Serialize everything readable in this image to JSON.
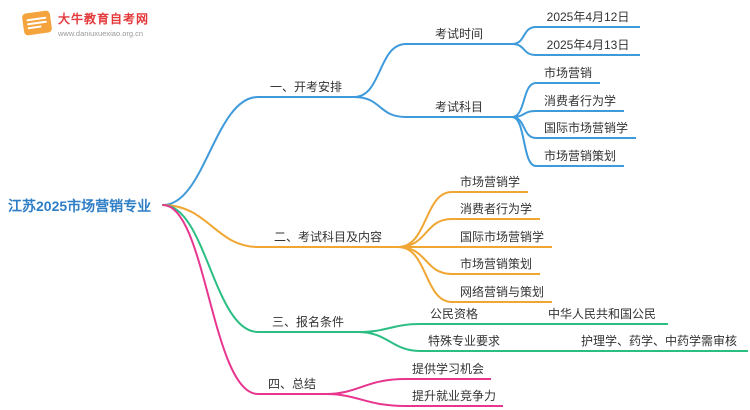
{
  "logo": {
    "name": "大牛教育自考网",
    "url": "www.daniuxuexiao.org.cn"
  },
  "colors": {
    "blue": "#3E9ADB",
    "orange": "#F0A632",
    "green": "#2BBE83",
    "pink": "#E8368F",
    "brand_red": "#E4393C"
  },
  "root": {
    "label": "江苏2025市场营销专业"
  },
  "branches": [
    {
      "label": "一、开考安排",
      "children": [
        {
          "label": "考试时间",
          "children": [
            {
              "label": "2025年4月12日"
            },
            {
              "label": "2025年4月13日"
            }
          ]
        },
        {
          "label": "考试科目",
          "children": [
            {
              "label": "市场营销"
            },
            {
              "label": "消费者行为学"
            },
            {
              "label": "国际市场营销学"
            },
            {
              "label": "市场营销策划"
            }
          ]
        }
      ]
    },
    {
      "label": "二、考试科目及内容",
      "children": [
        {
          "label": "市场营销学"
        },
        {
          "label": "消费者行为学"
        },
        {
          "label": "国际市场营销学"
        },
        {
          "label": "市场营销策划"
        },
        {
          "label": "网络营销与策划"
        }
      ]
    },
    {
      "label": "三、报名条件",
      "children": [
        {
          "label": "公民资格",
          "children": [
            {
              "label": "中华人民共和国公民"
            }
          ]
        },
        {
          "label": "特殊专业要求",
          "children": [
            {
              "label": "护理学、药学、中药学需审核"
            }
          ]
        }
      ]
    },
    {
      "label": "四、总结",
      "children": [
        {
          "label": "提供学习机会"
        },
        {
          "label": "提升就业竞争力"
        }
      ]
    }
  ]
}
